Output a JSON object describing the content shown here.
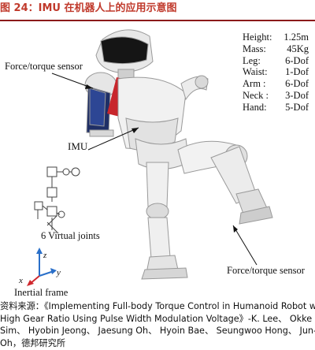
{
  "figure": {
    "title": "图 24：IMU 在机器人上的应用示意图",
    "specs": [
      {
        "key": "Height:",
        "value": "1.25m"
      },
      {
        "key": "Mass:",
        "value": "45Kg"
      },
      {
        "key": "Leg:",
        "value": "6-Dof"
      },
      {
        "key": "Waist:",
        "value": "1-Dof"
      },
      {
        "key": "Arm :",
        "value": "6-Dof"
      },
      {
        "key": "Neck :",
        "value": "3-Dof"
      },
      {
        "key": "Hand:",
        "value": "5-Dof"
      }
    ],
    "labels": {
      "force_sensor_top": "Force/torque sensor",
      "imu": "IMU",
      "virtual_joints": "6 Virtual joints",
      "inertial_frame": "Inertial frame",
      "force_sensor_bottom": "Force/torque sensor",
      "axis_z": "z",
      "axis_x": "x",
      "axis_y": "y"
    },
    "colors": {
      "title": "#c0392b",
      "rule": "#8b1a1a",
      "axis": "#2a6fc9",
      "axis_x": "#d0282e"
    }
  },
  "source": {
    "lines": [
      "资料来源：《Implementing Full-body Torque Control in Humanoid Robot with",
      "High Gear Ratio Using Pulse Width Modulation Voltage》-K. Lee、 Okke",
      "Sim、 Hyobin Jeong、 Jaesung Oh、 Hyoin Bae、 Seungwoo Hong、 Jun-Ho",
      "Oh，德邦研究所"
    ]
  }
}
